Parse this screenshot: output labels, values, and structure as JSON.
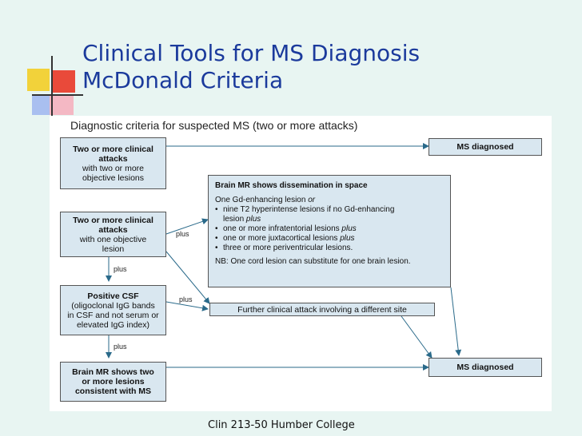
{
  "slide": {
    "title_line1": "Clinical Tools for MS Diagnosis",
    "title_line2": "McDonald Criteria",
    "footer": "Clin 213-50 Humber College"
  },
  "diagram": {
    "caption": "Diagnostic criteria for suspected MS (two or more attacks)",
    "box_a": [
      "Two or more clinical",
      "attacks",
      "with two or more",
      "objective lesions"
    ],
    "box_b": [
      "Two or more clinical",
      "attacks",
      "with one objective",
      "lesion"
    ],
    "box_c": [
      "Positive CSF",
      "(oligoclonal IgG bands",
      "in CSF and not serum or",
      "elevated IgG index)"
    ],
    "box_d": [
      "Brain MR shows two",
      "or more lesions",
      "consistent with MS"
    ],
    "outcome_top": "MS diagnosed",
    "outcome_bottom": "MS diagnosed",
    "brain_mr": {
      "heading": "Brain MR shows dissemination in space",
      "intro_a": "One Gd-enhancing lesion ",
      "intro_or": "or",
      "bullet1_a": "nine T2 hyperintense lesions if no Gd-enhancing",
      "bullet1_b": "lesion ",
      "bullet1_plus": "plus",
      "bullet2": "one or more infratentorial lesions ",
      "bullet3": "one or more juxtacortical lesions ",
      "bullet4": "three or more periventricular lesions.",
      "plus_word": "plus",
      "nb": "NB: One cord lesion can substitute for one brain lesion."
    },
    "further_attack": "Further clinical attack involving a different site",
    "labels": {
      "plus_1": "plus",
      "plus_2": "plus",
      "plus_3": "plus",
      "plus_4": "plus"
    }
  },
  "colors": {
    "title": "#1b3a9c",
    "background": "#e8f5f2",
    "box_fill": "#d9e7f0",
    "connector": "#2a6a8a"
  }
}
